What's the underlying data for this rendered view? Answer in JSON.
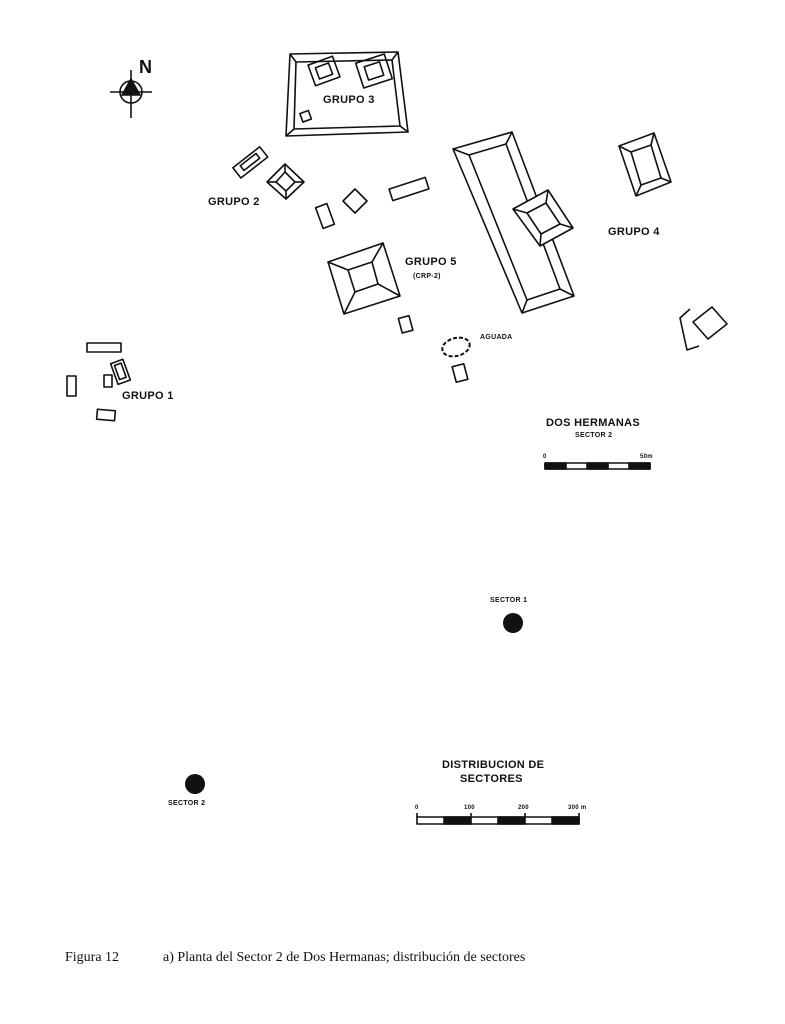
{
  "north_label": "N",
  "groups": {
    "g1": "GRUPO 1",
    "g2": "GRUPO 2",
    "g3": "GRUPO 3",
    "g4": "GRUPO 4",
    "g5": "GRUPO 5",
    "g5_sub": "(CRP-2)"
  },
  "aguada": "AGUADA",
  "plan": {
    "title": "DOS HERMANAS",
    "subtitle": "SECTOR 2",
    "scale_start": "0",
    "scale_end": "50m"
  },
  "distribution": {
    "sector1": "SECTOR 1",
    "sector2": "SECTOR 2",
    "title_line1": "DISTRIBUCION DE",
    "title_line2": "SECTORES",
    "scale_ticks": [
      "0",
      "100",
      "200",
      "300 m"
    ]
  },
  "caption": {
    "figure": "Figura 12",
    "text": "a) Planta del Sector 2 de Dos Hermanas; distribución de sectores"
  }
}
